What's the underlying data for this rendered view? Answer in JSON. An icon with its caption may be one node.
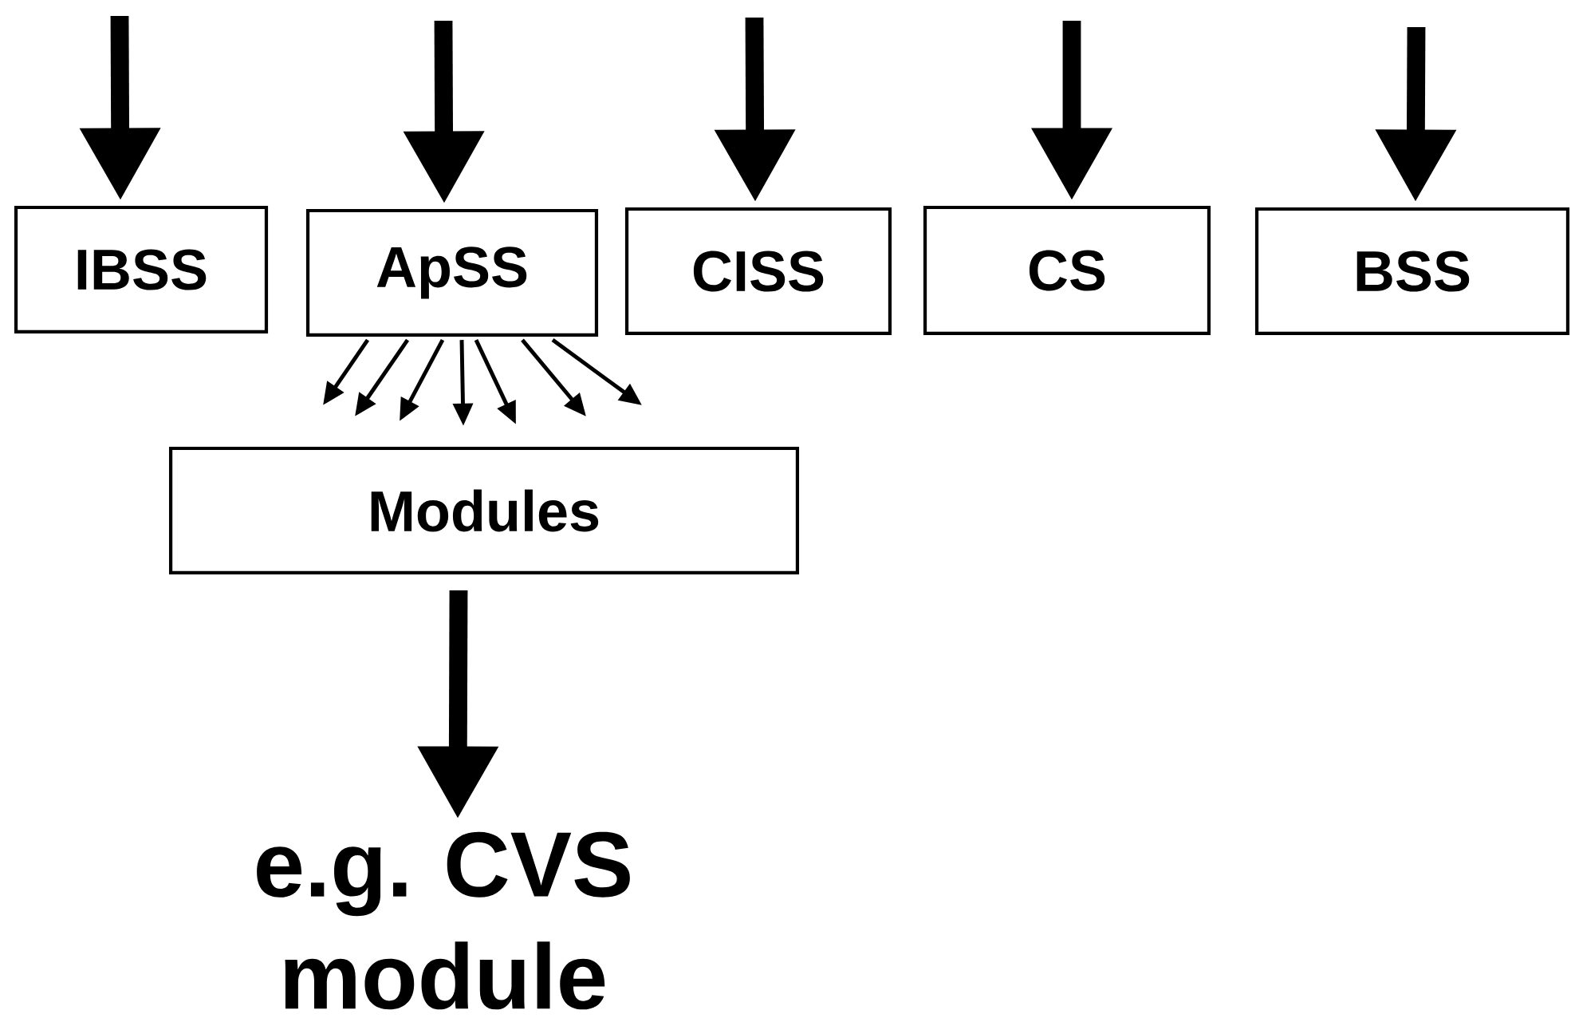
{
  "diagram": {
    "nodes": [
      {
        "text": [
          "IBSS"
        ]
      },
      {
        "text": [
          "ApSS"
        ]
      },
      {
        "text": [
          "CISS"
        ]
      },
      {
        "text": [
          "CS"
        ]
      },
      {
        "text": [
          "BSS"
        ]
      },
      {
        "text": [
          "Modules"
        ]
      },
      {
        "text": [
          "e.g. CVS module"
        ]
      }
    ],
    "edges": [
      {
        "from": null,
        "to": 0,
        "arrow": "to",
        "style": "thick"
      },
      {
        "from": null,
        "to": 1,
        "arrow": "to",
        "style": "thick"
      },
      {
        "from": null,
        "to": 2,
        "arrow": "to",
        "style": "thick"
      },
      {
        "from": null,
        "to": 3,
        "arrow": "to",
        "style": "thick"
      },
      {
        "from": null,
        "to": 4,
        "arrow": "to",
        "style": "thick"
      },
      {
        "from": 1,
        "to": 5,
        "arrow": "to"
      },
      {
        "from": 1,
        "to": 5,
        "arrow": "to"
      },
      {
        "from": 1,
        "to": 5,
        "arrow": "to"
      },
      {
        "from": 1,
        "to": 5,
        "arrow": "to"
      },
      {
        "from": 1,
        "to": 5,
        "arrow": "to"
      },
      {
        "from": 1,
        "to": 5,
        "arrow": "to"
      },
      {
        "from": 1,
        "to": 5,
        "arrow": "to"
      },
      {
        "from": 5,
        "to": 6,
        "arrow": "to",
        "style": "thick"
      }
    ]
  }
}
